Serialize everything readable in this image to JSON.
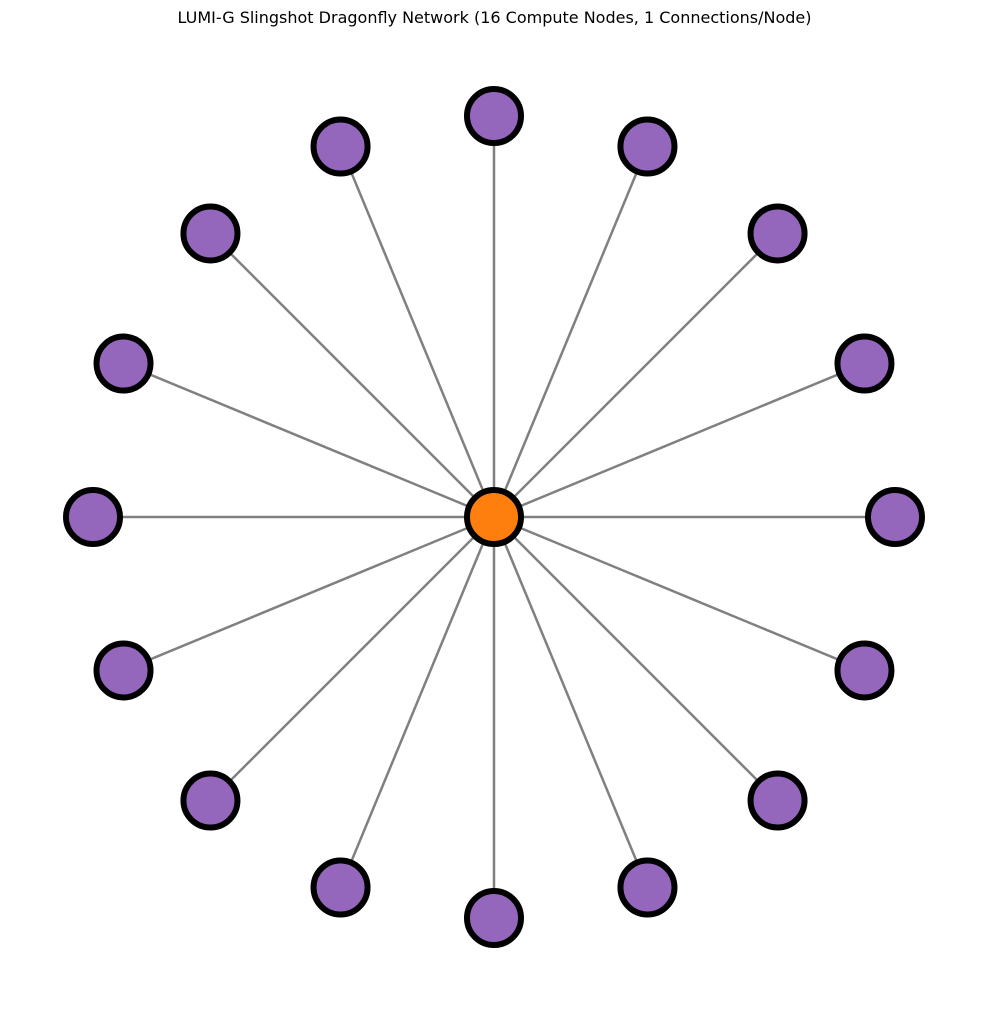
{
  "title": "LUMI-G Slingshot Dragonfly Network (16 Compute Nodes, 1 Connections/Node)",
  "colors": {
    "compute_node_fill": "#9467bd",
    "hub_node_fill": "#ff7f0e",
    "node_outline": "#000000",
    "edge": "#808080",
    "background": "#ffffff"
  },
  "network": {
    "layout": "star",
    "hub": {
      "id": "hub"
    },
    "compute_nodes": [
      {
        "id": "n0"
      },
      {
        "id": "n1"
      },
      {
        "id": "n2"
      },
      {
        "id": "n3"
      },
      {
        "id": "n4"
      },
      {
        "id": "n5"
      },
      {
        "id": "n6"
      },
      {
        "id": "n7"
      },
      {
        "id": "n8"
      },
      {
        "id": "n9"
      },
      {
        "id": "n10"
      },
      {
        "id": "n11"
      },
      {
        "id": "n12"
      },
      {
        "id": "n13"
      },
      {
        "id": "n14"
      },
      {
        "id": "n15"
      }
    ],
    "edges": [
      [
        "hub",
        "n0"
      ],
      [
        "hub",
        "n1"
      ],
      [
        "hub",
        "n2"
      ],
      [
        "hub",
        "n3"
      ],
      [
        "hub",
        "n4"
      ],
      [
        "hub",
        "n5"
      ],
      [
        "hub",
        "n6"
      ],
      [
        "hub",
        "n7"
      ],
      [
        "hub",
        "n8"
      ],
      [
        "hub",
        "n9"
      ],
      [
        "hub",
        "n10"
      ],
      [
        "hub",
        "n11"
      ],
      [
        "hub",
        "n12"
      ],
      [
        "hub",
        "n13"
      ],
      [
        "hub",
        "n14"
      ],
      [
        "hub",
        "n15"
      ]
    ]
  }
}
